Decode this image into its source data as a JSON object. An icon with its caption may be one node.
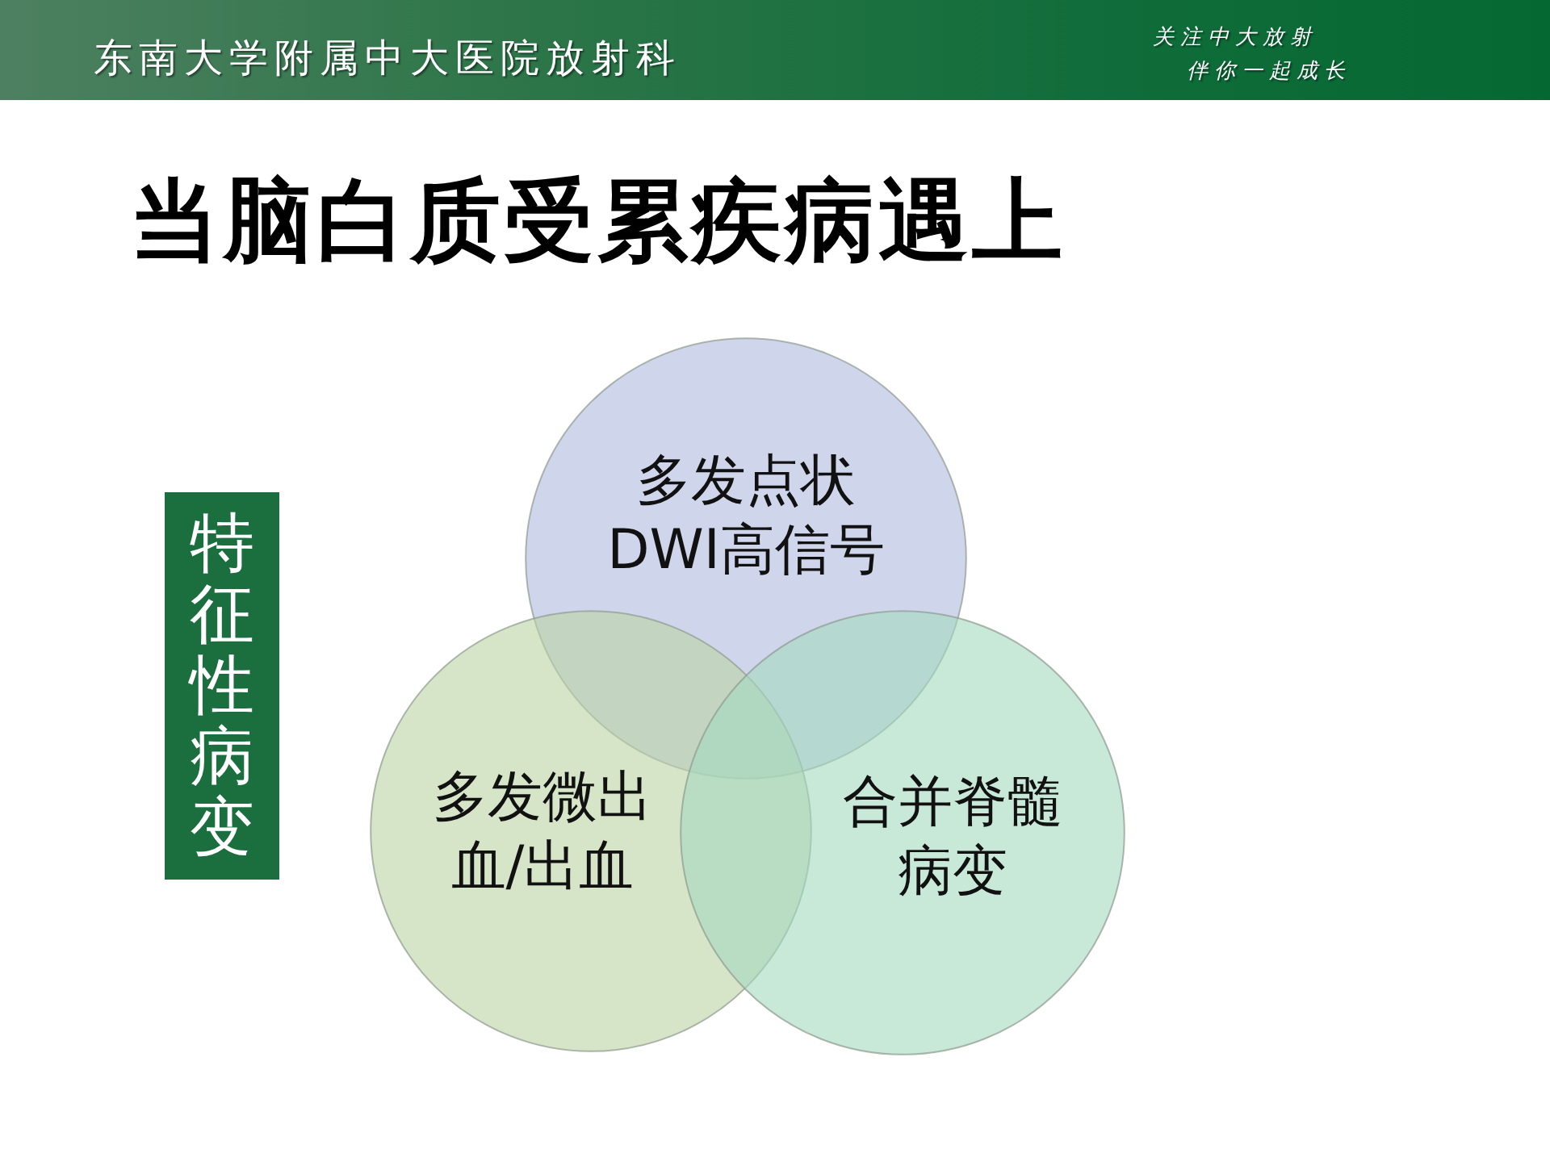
{
  "diagram": {
    "title": "当脑白质受累疾病遇上",
    "nodes": [
      {
        "text": [
          "特征性病变"
        ]
      },
      {
        "text": [
          "多发点状 DWI高信号"
        ]
      },
      {
        "text": [
          "多发微出血/出血"
        ]
      },
      {
        "text": [
          "合并脊髓病变"
        ]
      }
    ],
    "labels": [
      "东南大学附属中大医院放射科",
      "关注中大放射",
      "伴你一起成长"
    ]
  }
}
